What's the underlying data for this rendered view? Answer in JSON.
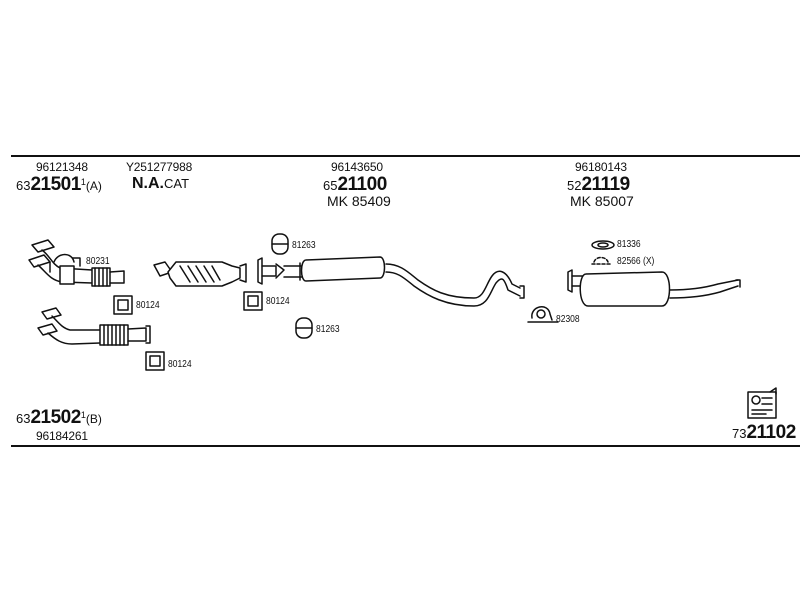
{
  "header": {
    "col1": {
      "part": "96121348",
      "code_prefix": "63",
      "code_main": "21501",
      "code_sup": "1",
      "code_suffix": "(A)"
    },
    "col2": {
      "part": "Y251277988",
      "label_main": "N.A.",
      "label_suffix": "CAT"
    },
    "col3": {
      "part": "96143650",
      "code_prefix": "65",
      "code_main": "21100",
      "mk": "MK 85409"
    },
    "col4": {
      "part": "96180143",
      "code_prefix": "52",
      "code_main": "21119",
      "mk": "MK 85007"
    }
  },
  "parts": {
    "p80231": "80231",
    "p80124_a": "80124",
    "p80124_b": "80124",
    "p80124_c": "80124",
    "p81263_a": "81263",
    "p81263_b": "81263",
    "p81336": "81336",
    "p82566": "82566 (X)",
    "p82308": "82308"
  },
  "footer": {
    "left": {
      "code_prefix": "63",
      "code_main": "21502",
      "code_sup": "1",
      "code_suffix": "(B)",
      "part": "96184261"
    },
    "right": {
      "code_prefix": "73",
      "code_main": "21102"
    }
  }
}
